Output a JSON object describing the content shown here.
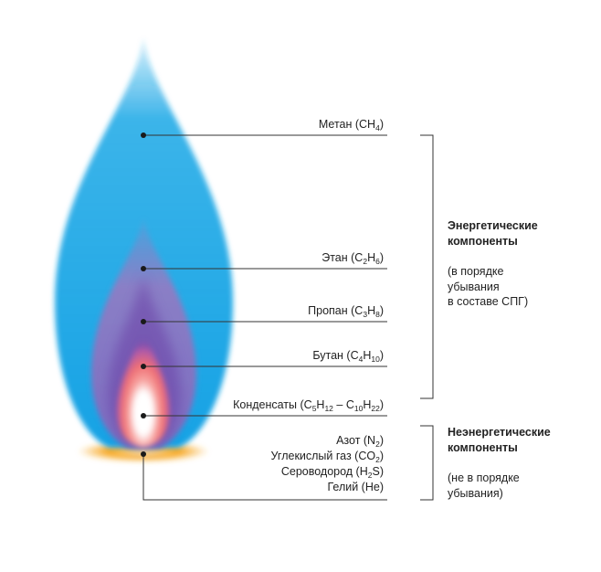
{
  "colors": {
    "outer_flame": "#1aa7e6",
    "inner_flame": "#8b84c8",
    "core_purple": "#7b3fa6",
    "core_pink": "#f26a6a",
    "core_white": "#ffffff",
    "base_glow": "#f7a823",
    "line": "#333333"
  },
  "energy_components": [
    {
      "text": "Метан (CH",
      "sub": "4",
      "tail": ")"
    },
    {
      "text": "Этан (C",
      "sub": "2",
      "mid": "H",
      "sub2": "6",
      "tail": ")"
    },
    {
      "text": "Пропан (C",
      "sub": "3",
      "mid": "H",
      "sub2": "8",
      "tail": ")"
    },
    {
      "text": "Бутан (C",
      "sub": "4",
      "mid": "H",
      "sub2": "10",
      "tail": ")"
    },
    {
      "text": "Конденсаты (C",
      "sub": "5",
      "mid": "H",
      "sub2": "12",
      "mid2": " – C",
      "sub3": "10",
      "mid3": "H",
      "sub4": "22",
      "tail": ")"
    }
  ],
  "non_energy_components": [
    {
      "text": "Азот (N",
      "sub": "2",
      "tail": ")"
    },
    {
      "text": "Углекислый газ (CO",
      "sub": "2",
      "tail": ")"
    },
    {
      "text": "Сероводород (H",
      "sub": "2",
      "mid": "S",
      "tail": ")"
    },
    {
      "text": "Гелий (He)"
    }
  ],
  "groups": {
    "energy_title_1": "Энергетические",
    "energy_title_2": "компоненты",
    "energy_note_1": "(в порядке",
    "energy_note_2": "убывания",
    "energy_note_3": "в составе СПГ)",
    "non_energy_title_1": "Неэнергетические",
    "non_energy_title_2": "компоненты",
    "non_energy_note_1": "(не в порядке",
    "non_energy_note_2": "убывания)"
  }
}
